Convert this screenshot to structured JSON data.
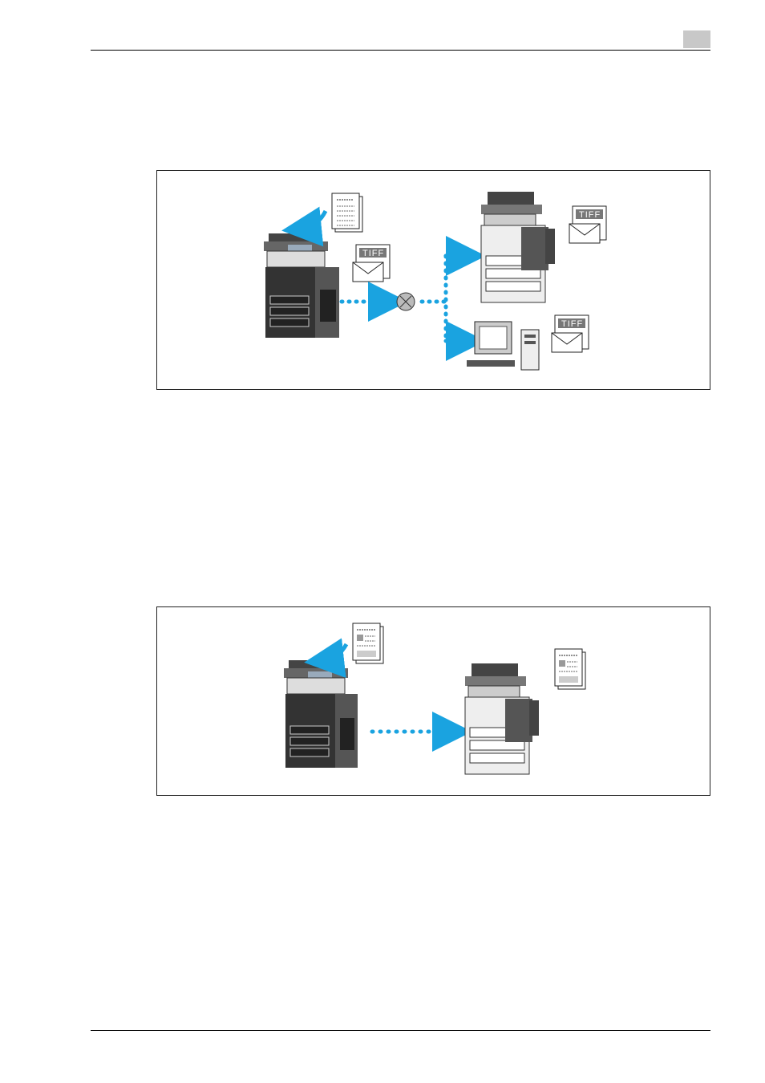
{
  "header": {
    "tab_color": "#c8c8c8"
  },
  "figures": [
    {
      "caption": "",
      "attachment_labels": [
        "TIFF",
        "TIFF",
        "TIFF"
      ],
      "icons": [
        "mfp-device-icon",
        "original-document-icon",
        "email-tiff-icon",
        "network-icon",
        "receiving-mfp-icon",
        "computer-icon"
      ]
    },
    {
      "caption": "",
      "icons": [
        "mfp-device-icon",
        "original-document-icon",
        "receiving-mfp-icon",
        "printed-document-icon"
      ]
    }
  ],
  "colors": {
    "arrow": "#1aa3e0",
    "device": "#333333",
    "frame": "#222222"
  }
}
